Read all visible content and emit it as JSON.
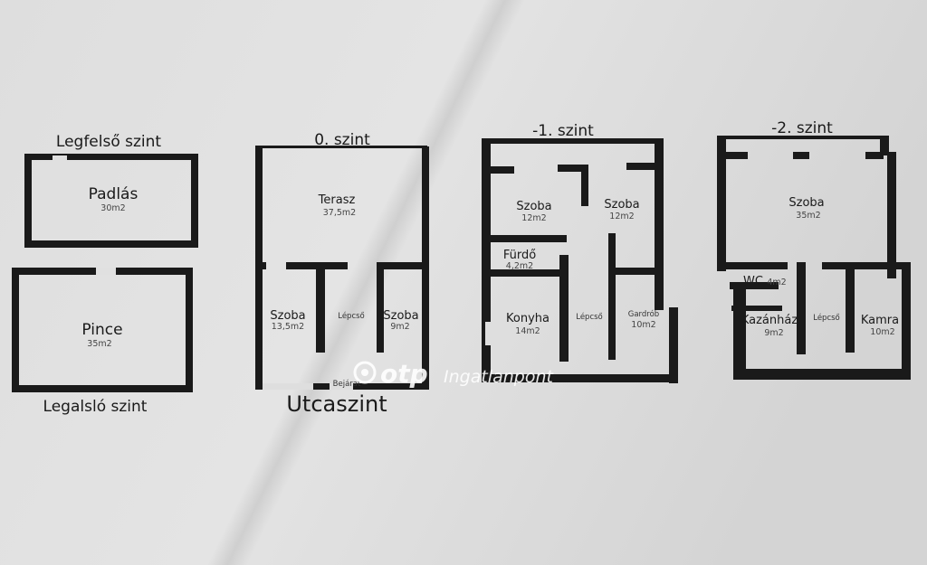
{
  "levels": {
    "top": {
      "title": "Legfelső szint",
      "room": {
        "name": "Padlás",
        "area": "30m2"
      }
    },
    "bottom": {
      "title": "Legalsló szint",
      "room": {
        "name": "Pince",
        "area": "35m2"
      }
    },
    "zero": {
      "title": "0. szint",
      "street_label": "Utcaszint",
      "entrance": "Bejárat",
      "rooms": [
        {
          "name": "Terasz",
          "area": "37,5m2"
        },
        {
          "name": "Szoba",
          "area": "13,5m2"
        },
        {
          "name": "Lépcső",
          "area": ""
        },
        {
          "name": "Szoba",
          "area": "9m2"
        }
      ]
    },
    "minus1": {
      "title": "-1. szint",
      "rooms": [
        {
          "name": "Szoba",
          "area": "12m2"
        },
        {
          "name": "Szoba",
          "area": "12m2"
        },
        {
          "name": "Fürdő",
          "area": "4,2m2"
        },
        {
          "name": "Konyha",
          "area": "14m2"
        },
        {
          "name": "Lépcső",
          "area": ""
        },
        {
          "name": "Gardrób",
          "area": "10m2"
        }
      ]
    },
    "minus2": {
      "title": "-2. szint",
      "rooms": [
        {
          "name": "Szoba",
          "area": "35m2"
        },
        {
          "name": "WC",
          "area": "4m2"
        },
        {
          "name": "Kazánház",
          "area": "9m2"
        },
        {
          "name": "Lépcső",
          "area": ""
        },
        {
          "name": "Kamra",
          "area": "10m2"
        }
      ]
    }
  },
  "watermark": {
    "brand": "otp",
    "text": "Ingatlanpont"
  },
  "colors": {
    "wall": "#1a1a1a",
    "paper": "#dcdcdc"
  }
}
